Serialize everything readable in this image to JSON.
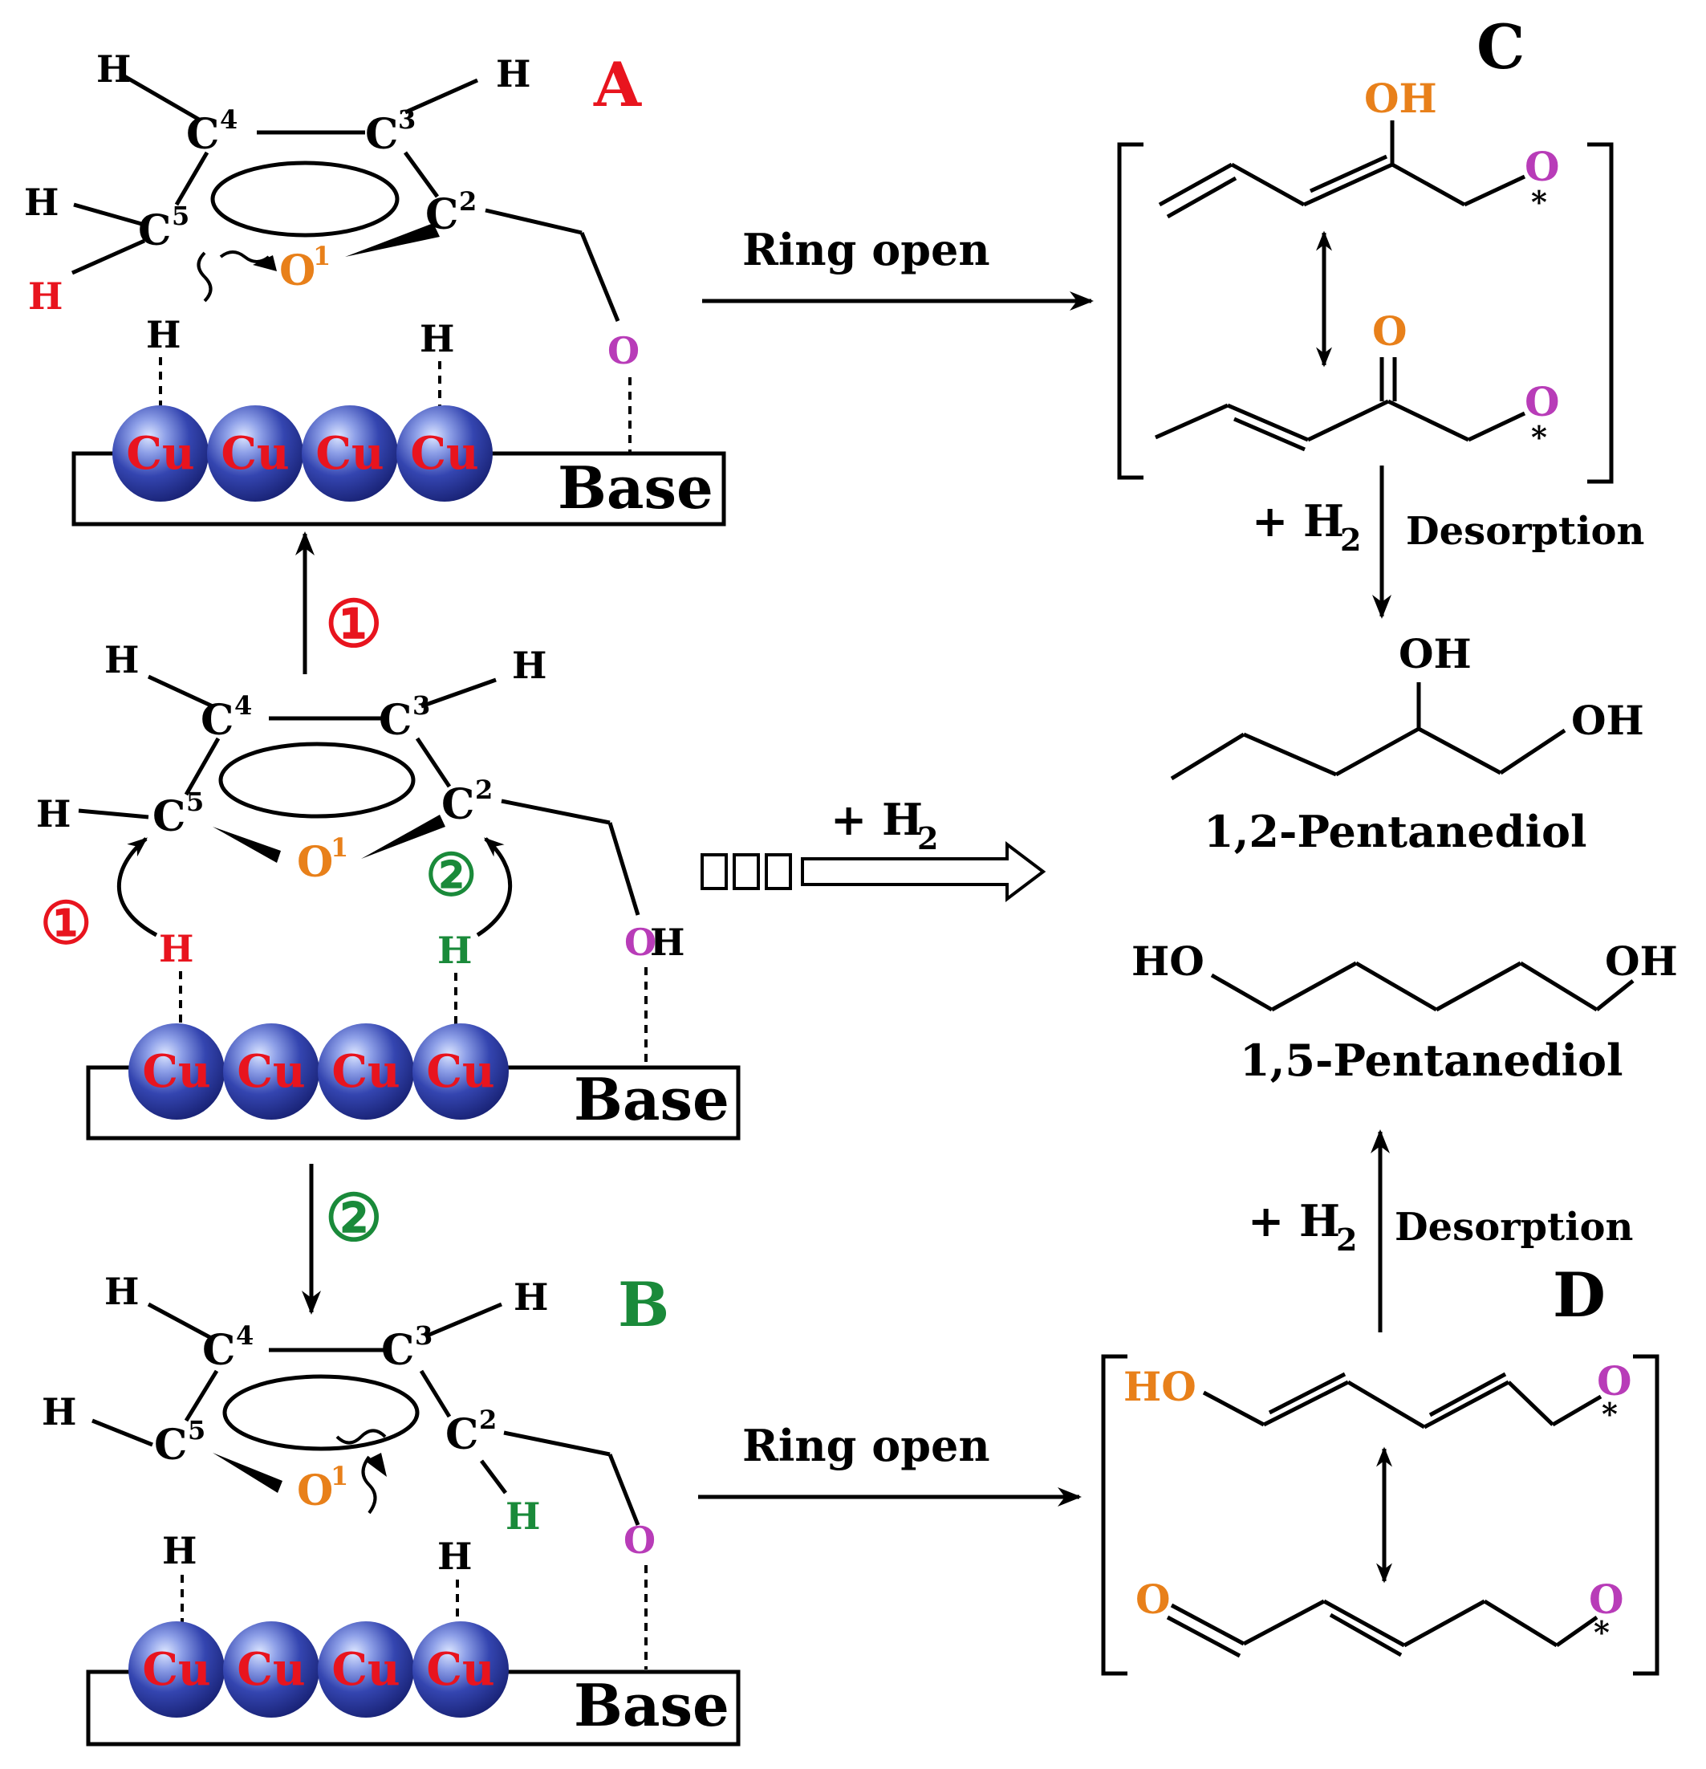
{
  "labels": {
    "A": "A",
    "B": "B",
    "C": "C",
    "D": "D",
    "base": "Base",
    "cu": "Cu",
    "H": "H",
    "O": "O",
    "OH": "OH",
    "HO": "HO",
    "star": "*",
    "c2": "C",
    "c3": "C",
    "c4": "C",
    "c5": "C",
    "o1": "O",
    "sup1": "1",
    "sup2": "2",
    "sup3": "3",
    "sup4": "4",
    "sup5": "5",
    "step1": "①",
    "step2": "②"
  },
  "arrows": {
    "ring_open_top": "Ring open",
    "ring_open_bottom": "Ring open",
    "plus_h2_mid": "+ H",
    "plus_h2_right_top": "+ H",
    "plus_h2_right_bottom": "+ H",
    "h2_sub": "2",
    "desorption_top": "Desorption",
    "desorption_bottom": "Desorption"
  },
  "products": {
    "p12": "1,2-Pentanediol",
    "p15": "1,5-Pentanediol"
  },
  "colors": {
    "red": "#e8141e",
    "green": "#1a8a3a",
    "orange": "#e8801a",
    "purple": "#b83cb8",
    "cu_sphere": "#2c3c9e"
  }
}
